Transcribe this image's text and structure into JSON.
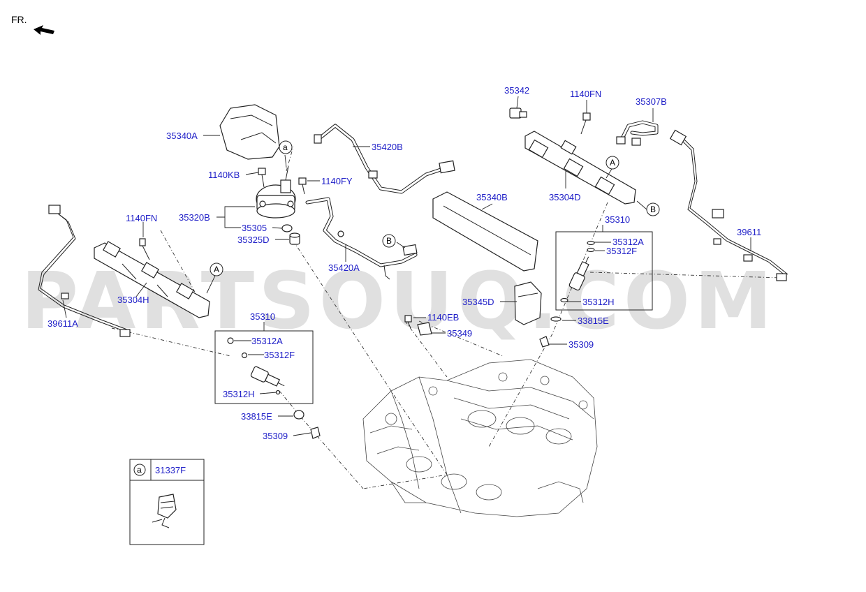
{
  "orientation": {
    "label": "FR."
  },
  "watermark": "PARTSOUQ.COM",
  "callouts": {
    "a": "a",
    "A": "A",
    "B": "B"
  },
  "parts": {
    "p35340A": "35340A",
    "p35420B": "35420B",
    "p1140KB": "1140KB",
    "p1140FY": "1140FY",
    "p35320B": "35320B",
    "p35305": "35305",
    "p35325D": "35325D",
    "p35420A": "35420A",
    "p1140FN_left": "1140FN",
    "p35304H": "35304H",
    "p39611A": "39611A",
    "p35310_left": "35310",
    "p35312A_left": "35312A",
    "p35312F_left": "35312F",
    "p35312H_left": "35312H",
    "p33815E_left": "33815E",
    "p35309_left": "35309",
    "p35342": "35342",
    "p1140FN_right": "1140FN",
    "p35307B": "35307B",
    "p35304D": "35304D",
    "p35340B": "35340B",
    "p35310_right": "35310",
    "p35312A_right": "35312A",
    "p35312F_right": "35312F",
    "p35312H_right": "35312H",
    "p35345D": "35345D",
    "p1140EB": "1140EB",
    "p35349": "35349",
    "p33815E_right": "33815E",
    "p35309_right": "35309",
    "p39611": "39611"
  },
  "inset": {
    "key": "a",
    "part": "31337F"
  }
}
